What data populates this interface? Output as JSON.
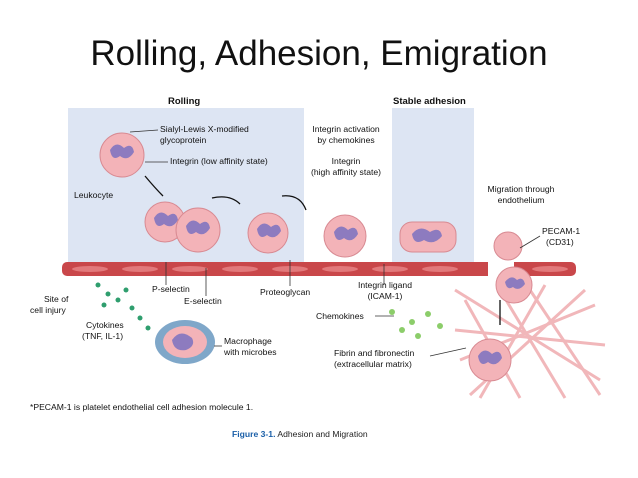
{
  "slide": {
    "title": "Rolling, Adhesion, Emigration"
  },
  "diagram": {
    "headers": {
      "rolling": "Rolling",
      "stable_adhesion": "Stable adhesion"
    },
    "labels": {
      "sialyl": "Sialyl-Lewis X-modified",
      "glycoprotein": "glycoprotein",
      "integrin_low": "Integrin (low affinity state)",
      "leukocyte": "Leukocyte",
      "integrin_activation_1": "Integrin activation",
      "integrin_activation_2": "by chemokines",
      "integrin_high_1": "Integrin",
      "integrin_high_2": "(high affinity state)",
      "migration_1": "Migration through",
      "migration_2": "endothelium",
      "pecam_1": "PECAM-1",
      "pecam_2": "(CD31)",
      "p_selectin": "P-selectin",
      "e_selectin": "E-selectin",
      "proteoglycan": "Proteoglycan",
      "integrin_ligand_1": "Integrin ligand",
      "integrin_ligand_2": "(ICAM-1)",
      "site_1": "Site of",
      "site_2": "cell injury",
      "cytokines_1": "Cytokines",
      "cytokines_2": "(TNF, IL-1)",
      "chemokines": "Chemokines",
      "macrophage_1": "Macrophage",
      "macrophage_2": "with microbes",
      "fibrin_1": "Fibrin and fibronectin",
      "fibrin_2": "(extracellular matrix)"
    },
    "footnote": "*PECAM-1 is platelet endothelial cell adhesion molecule 1.",
    "caption_number": "Figure 3-1.",
    "caption_text": "Adhesion and Migration"
  },
  "colors": {
    "blue_panel": "#dde5f3",
    "vessel": "#c9474a",
    "cell": "#f3b3b8",
    "nucleus": "#8d7bbf",
    "chemokine": "#8ccd6a",
    "cytokine": "#2f9e6e",
    "fibrin": "#f1b7ba"
  }
}
